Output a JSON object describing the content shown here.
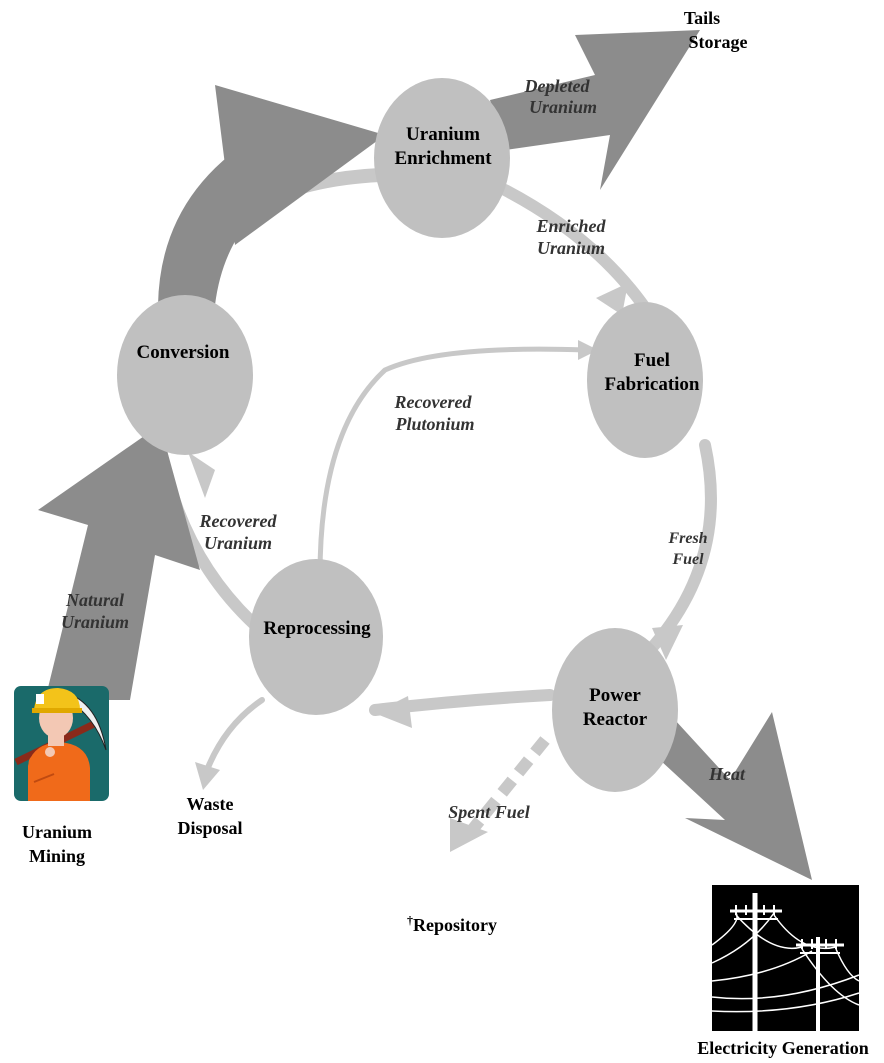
{
  "nodes": {
    "conversion": "Conversion",
    "enrichment": [
      "Uranium",
      "Enrichment"
    ],
    "fabrication": [
      "Fuel",
      "Fabrication"
    ],
    "reactor": [
      "Power",
      "Reactor"
    ],
    "reprocessing": "Reprocessing"
  },
  "flows": {
    "depleted": [
      "Depleted",
      "Uranium"
    ],
    "enriched": [
      "Enriched",
      "Uranium"
    ],
    "plutonium": [
      "Recovered",
      "Plutonium"
    ],
    "fresh": [
      "Fresh",
      "Fuel"
    ],
    "recovered_uranium": [
      "Recovered",
      "Uranium"
    ],
    "natural": [
      "Natural",
      "Uranium"
    ],
    "heat": "Heat",
    "spent": "Spent Fuel"
  },
  "outputs": {
    "tails": [
      "Tails",
      "Storage"
    ],
    "waste": [
      "Waste",
      "Disposal"
    ],
    "mining": [
      "Uranium",
      "Mining"
    ],
    "repository_mark": "†",
    "repository": "Repository",
    "electricity": "Electricity Generation"
  },
  "colors": {
    "node": "#c0c0c0",
    "big_arrow": "#8c8c8c",
    "small_arrow": "#c8c8c8"
  },
  "icons": [
    "miner-icon",
    "power-lines-icon"
  ]
}
